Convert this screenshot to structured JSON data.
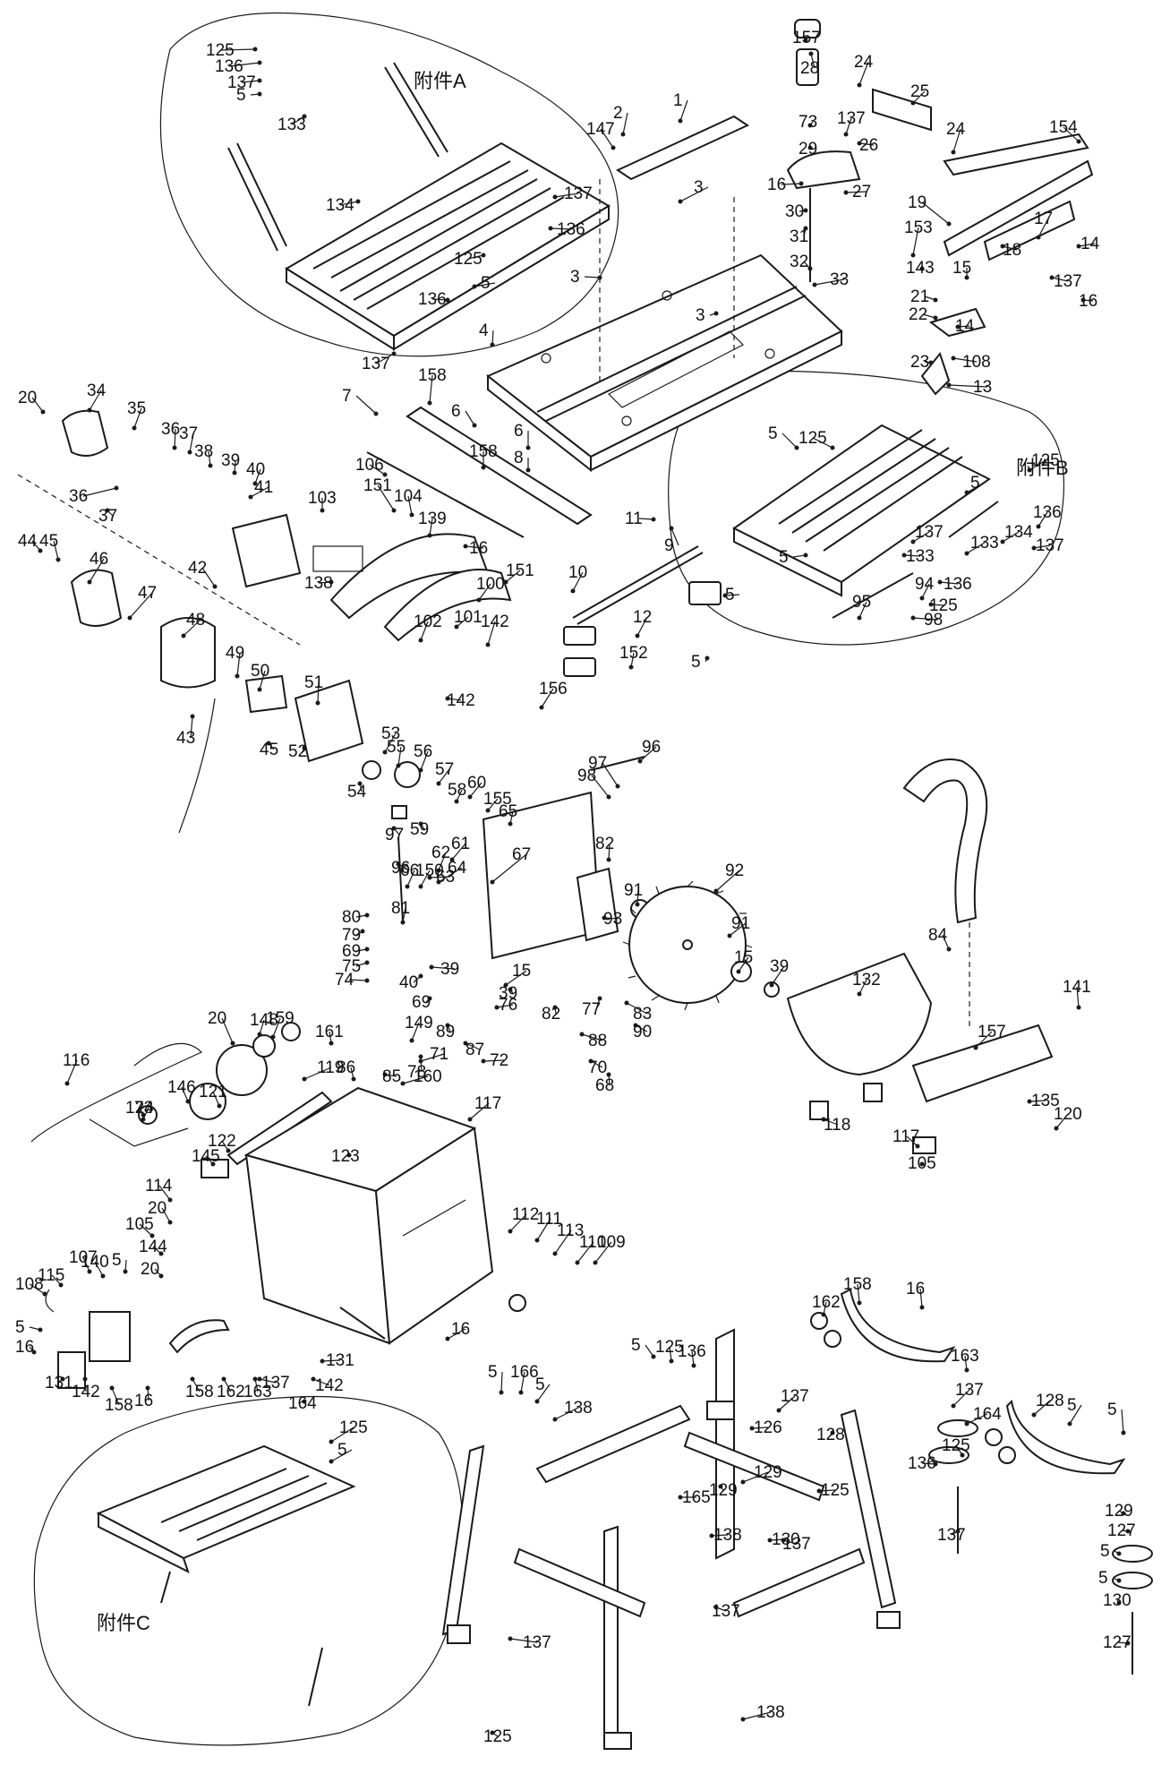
{
  "groups": {
    "a": "附件A",
    "b": "附件B",
    "c": "附件C"
  },
  "labels": [
    "157",
    "28",
    "24",
    "73",
    "137",
    "25",
    "29",
    "26",
    "24",
    "154",
    "16",
    "30",
    "27",
    "19",
    "31",
    "153",
    "18",
    "17",
    "14",
    "32",
    "143",
    "15",
    "33",
    "21",
    "137",
    "22",
    "14",
    "16",
    "108",
    "23",
    "13",
    "147",
    "2",
    "1",
    "3",
    "3",
    "3",
    "4",
    "125",
    "136",
    "137",
    "5",
    "133",
    "134",
    "137",
    "136",
    "125",
    "5",
    "136",
    "137",
    "20",
    "34",
    "35",
    "36",
    "37",
    "38",
    "39",
    "40",
    "41",
    "36",
    "37",
    "44",
    "45",
    "46",
    "47",
    "42",
    "48",
    "49",
    "50",
    "43",
    "51",
    "45",
    "52",
    "53",
    "54",
    "55",
    "56",
    "57",
    "58",
    "59",
    "60",
    "155",
    "7",
    "158",
    "6",
    "158",
    "6",
    "8",
    "106",
    "151",
    "104",
    "139",
    "103",
    "16",
    "151",
    "138",
    "102",
    "101",
    "142",
    "100",
    "142",
    "156",
    "10",
    "9",
    "11",
    "12",
    "152",
    "5",
    "5",
    "5",
    "125",
    "125",
    "5",
    "137",
    "133",
    "136",
    "134",
    "137",
    "5",
    "133",
    "136",
    "125",
    "95",
    "94",
    "98",
    "97",
    "96",
    "98",
    "97",
    "96",
    "61",
    "62",
    "63",
    "65",
    "64",
    "150",
    "66",
    "67",
    "82",
    "91",
    "93",
    "92",
    "91",
    "15",
    "39",
    "81",
    "80",
    "79",
    "69",
    "75",
    "74",
    "40",
    "39",
    "69",
    "15",
    "39",
    "76",
    "77",
    "82",
    "83",
    "90",
    "89",
    "88",
    "87",
    "149",
    "78",
    "70",
    "68",
    "72",
    "71",
    "160",
    "161",
    "159",
    "148",
    "20",
    "119",
    "86",
    "85",
    "84",
    "132",
    "141",
    "157",
    "135",
    "120",
    "118",
    "117",
    "105",
    "116",
    "73",
    "146",
    "121",
    "122",
    "123",
    "124",
    "145",
    "117",
    "114",
    "20",
    "105",
    "144",
    "20",
    "112",
    "111",
    "113",
    "110",
    "109",
    "108",
    "107",
    "115",
    "140",
    "5",
    "5",
    "16",
    "131",
    "142",
    "158",
    "16",
    "158",
    "162",
    "163",
    "137",
    "164",
    "131",
    "142",
    "16",
    "158",
    "16",
    "162",
    "163",
    "137",
    "164",
    "125",
    "136",
    "137",
    "128",
    "5",
    "5",
    "129",
    "127",
    "5",
    "5",
    "130",
    "127",
    "5",
    "125",
    "136",
    "137",
    "126",
    "128",
    "129",
    "129",
    "130",
    "125",
    "137",
    "138",
    "165",
    "5",
    "166",
    "5",
    "138",
    "137",
    "125",
    "138",
    "137",
    "125",
    "5"
  ]
}
